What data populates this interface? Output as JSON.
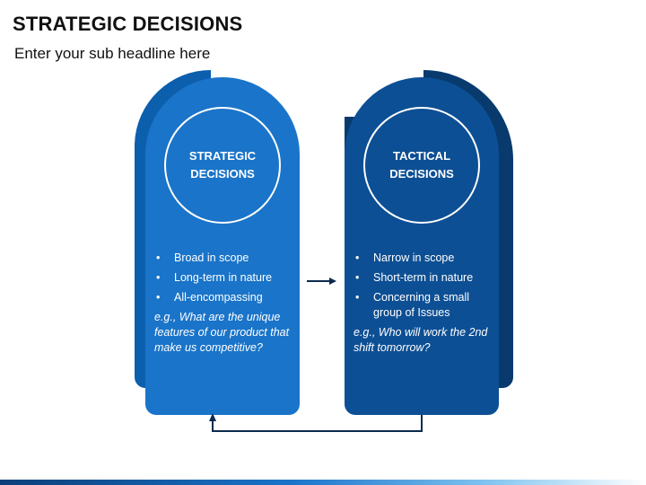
{
  "title": "STRATEGIC DECISIONS",
  "subtitle": "Enter your sub headline here",
  "left_panel": {
    "heading_line1": "STRATEGIC",
    "heading_line2": "DECISIONS",
    "bullets": [
      "Broad in scope",
      "Long-term in nature",
      "All-encompassing"
    ],
    "example": "e.g., What are the unique features of our product that make us competitive?"
  },
  "right_panel": {
    "heading_line1": "TACTICAL",
    "heading_line2": "DECISIONS",
    "bullets": [
      "Narrow in scope",
      "Short-term in nature",
      "Concerning a small group of Issues"
    ],
    "example": "e.g., Who will work the 2nd shift tomorrow?"
  },
  "bullet_glyph": "•",
  "colors": {
    "left_front": "#1a74c9",
    "left_back": "#0c5fad",
    "right_front": "#0d4f94",
    "right_back": "#083a6e",
    "arrow": "#0b2a4e"
  }
}
